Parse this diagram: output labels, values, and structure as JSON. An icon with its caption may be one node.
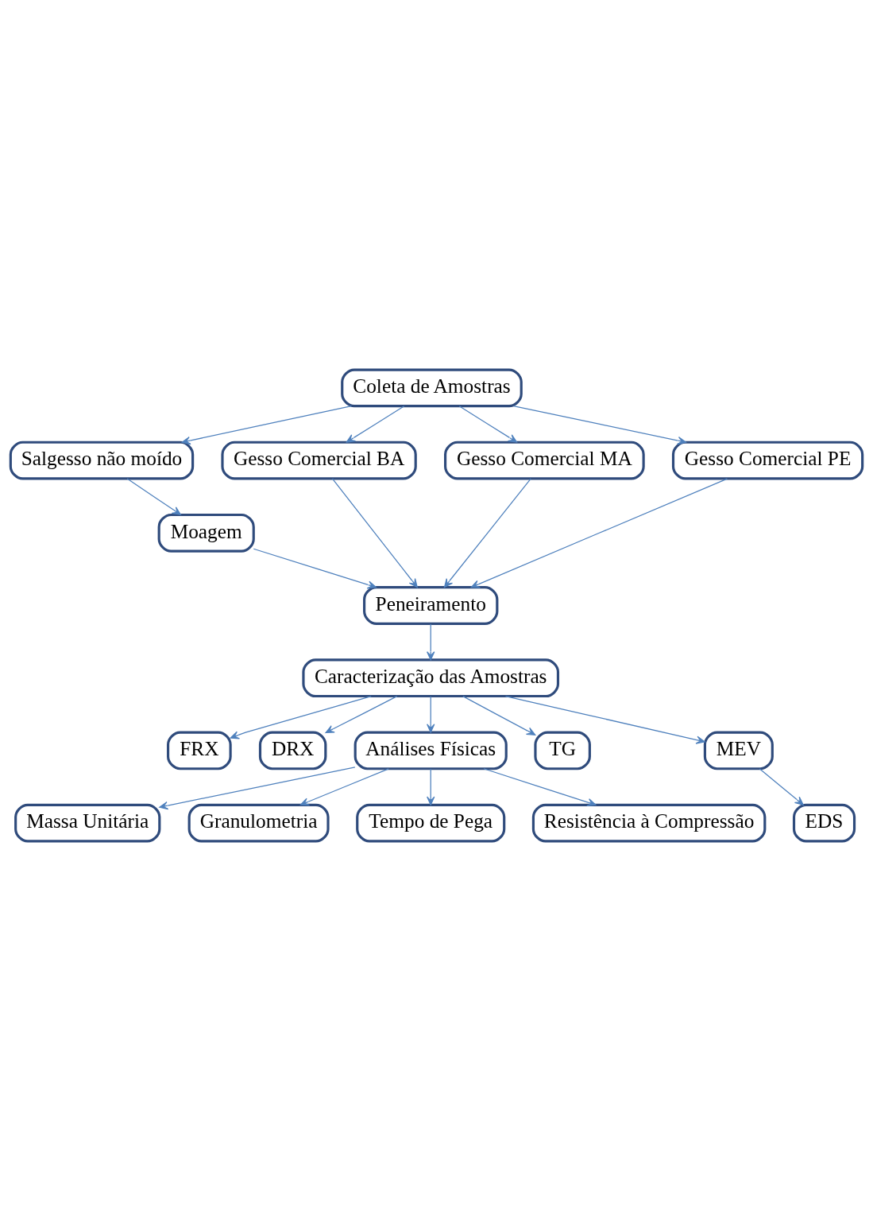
{
  "diagram": {
    "nodes": [
      {
        "text": [
          "Coleta de Amostras"
        ]
      },
      {
        "text": [
          "Salgesso não moído"
        ]
      },
      {
        "text": [
          "Gesso Comercial BA"
        ]
      },
      {
        "text": [
          "Gesso Comercial MA"
        ]
      },
      {
        "text": [
          "Gesso Comercial PE"
        ]
      },
      {
        "text": [
          "Moagem"
        ]
      },
      {
        "text": [
          "Peneiramento"
        ]
      },
      {
        "text": [
          "Caracterização das Amostras"
        ]
      },
      {
        "text": [
          "FRX"
        ]
      },
      {
        "text": [
          "DRX"
        ]
      },
      {
        "text": [
          "TG"
        ]
      },
      {
        "text": [
          "MEV"
        ]
      },
      {
        "text": [
          "Análises Físicas"
        ]
      },
      {
        "text": [
          "EDS"
        ]
      },
      {
        "text": [
          "Massa Unitária"
        ]
      },
      {
        "text": [
          "Granulometria"
        ]
      },
      {
        "text": [
          "Tempo de Pega"
        ]
      },
      {
        "text": [
          "Resistência à Compressão"
        ]
      }
    ],
    "edges": [
      {
        "from": 0,
        "to": 1,
        "arrow": "to"
      },
      {
        "from": 0,
        "to": 2,
        "arrow": "to"
      },
      {
        "from": 0,
        "to": 3,
        "arrow": "to"
      },
      {
        "from": 0,
        "to": 4,
        "arrow": "to"
      },
      {
        "from": 1,
        "to": 5,
        "arrow": "to"
      },
      {
        "from": 5,
        "to": 6,
        "arrow": "to"
      },
      {
        "from": 2,
        "to": 6,
        "arrow": "to"
      },
      {
        "from": 3,
        "to": 6,
        "arrow": "to"
      },
      {
        "from": 4,
        "to": 6,
        "arrow": "to"
      },
      {
        "from": 6,
        "to": 7,
        "arrow": "to"
      },
      {
        "from": 7,
        "to": 8,
        "arrow": "to"
      },
      {
        "from": 7,
        "to": 9,
        "arrow": "to"
      },
      {
        "from": 7,
        "to": 12,
        "arrow": "to"
      },
      {
        "from": 7,
        "to": 10,
        "arrow": "to"
      },
      {
        "from": 7,
        "to": 11,
        "arrow": "to"
      },
      {
        "from": 11,
        "to": 13,
        "arrow": "to"
      },
      {
        "from": 12,
        "to": 14,
        "arrow": "to"
      },
      {
        "from": 12,
        "to": 15,
        "arrow": "to"
      },
      {
        "from": 12,
        "to": 16,
        "arrow": "to"
      },
      {
        "from": 12,
        "to": 17,
        "arrow": "to"
      }
    ]
  }
}
